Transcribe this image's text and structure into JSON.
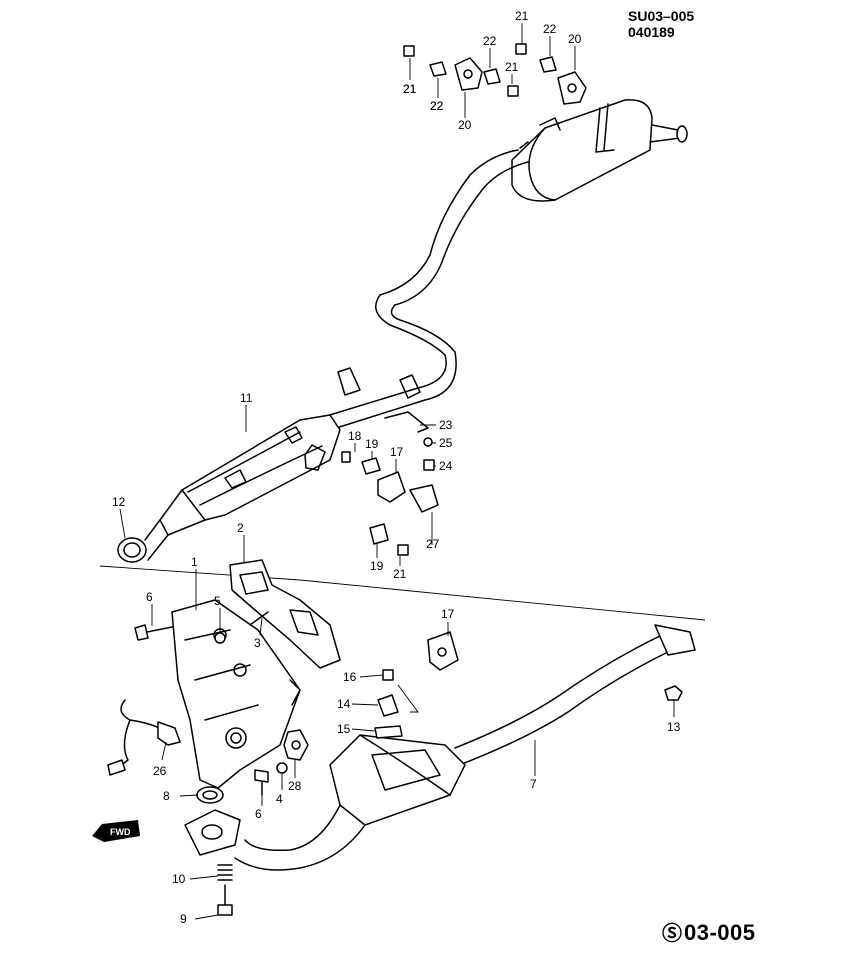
{
  "header": {
    "ref_code": "SU03–005",
    "ref_date": "040189"
  },
  "footer": {
    "page_code": "03-005",
    "brand_icon": "s-logo-icon"
  },
  "fwd_label": "FWD",
  "callouts": [
    "21",
    "22",
    "22",
    "21",
    "21",
    "22",
    "20",
    "21",
    "22",
    "20",
    "11",
    "18",
    "19",
    "17",
    "23",
    "25",
    "24",
    "12",
    "27",
    "19",
    "21",
    "2",
    "1",
    "6",
    "5",
    "3",
    "17",
    "16",
    "14",
    "15",
    "13",
    "26",
    "7",
    "28",
    "8",
    "4",
    "6",
    "10",
    "9"
  ]
}
